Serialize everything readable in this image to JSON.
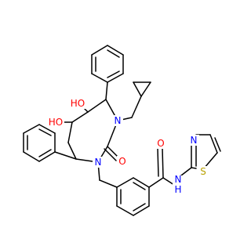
{
  "molecule": {
    "atom_labels": {
      "oh_top": "HO",
      "oh_left": "HO",
      "n_ring_right": "N",
      "n_ring_left": "N",
      "o_carbonyl_ring": "O",
      "o_amide": "O",
      "n_thiazole": "N",
      "nh_amide": "N",
      "h_amide": "H",
      "s_thiazole": "S"
    },
    "colors": {
      "bond": "#000000",
      "oxygen": "#ff0000",
      "nitrogen": "#0000ff",
      "sulfur": "#b8a000"
    }
  }
}
